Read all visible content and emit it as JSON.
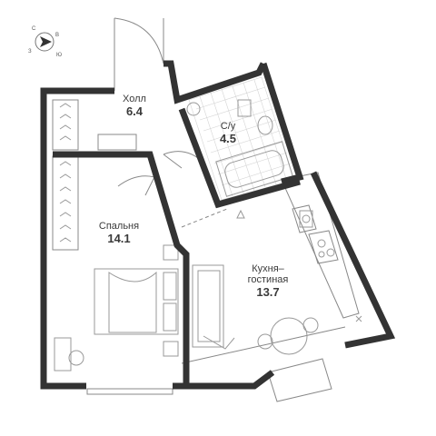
{
  "compass": {
    "n": "С",
    "e": "В",
    "s": "Ю",
    "w": "З"
  },
  "rooms": {
    "hall": {
      "name": "Холл",
      "area": "6.4"
    },
    "bath": {
      "name": "С/у",
      "area": "4.5"
    },
    "bedroom": {
      "name": "Спальня",
      "area": "14.1"
    },
    "kitchen": {
      "name_line1": "Кухня–",
      "name_line2": "гостиная",
      "area": "13.7"
    }
  },
  "colors": {
    "wall": "#333333",
    "line": "#888888",
    "fixture": "#999999",
    "tile": "#cccccc"
  }
}
